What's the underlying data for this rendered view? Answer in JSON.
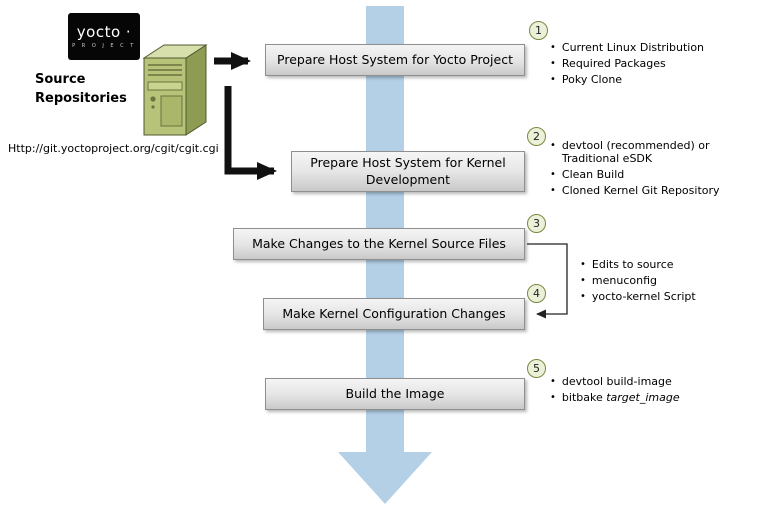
{
  "colors": {
    "flow_arrow": "#b4d0e7",
    "box_fill_top": "#f5f5f5",
    "box_fill_bottom": "#c9c9c9",
    "box_border": "#8f8f8f",
    "badge_fill": "#ebf0d9",
    "badge_border": "#78883f",
    "connector": "#111111",
    "server_front": "#b7c378",
    "server_side": "#8e9c53",
    "server_top": "#d7dfad",
    "logo_bg": "#060606"
  },
  "logo": {
    "wordmark": "yocto ·",
    "subtext": "P R O J E C T"
  },
  "source": {
    "label": "Source\nRepositories",
    "url": "Http://git.yoctoproject.org/cgit/cgit.cgi"
  },
  "steps": [
    {
      "num": "1",
      "label": "Prepare Host System for Yocto Project",
      "bullets": [
        "Current Linux Distribution",
        "Required Packages",
        "Poky Clone"
      ]
    },
    {
      "num": "2",
      "label": "Prepare Host System for Kernel Development",
      "bullets": [
        "devtool (recommended) or Traditional eSDK",
        "Clean Build",
        "Cloned Kernel Git Repository"
      ]
    },
    {
      "num": "3",
      "label": "Make Changes to the Kernel Source Files"
    },
    {
      "num": "4",
      "label": "Make Kernel Configuration Changes"
    },
    {
      "num": "5",
      "label": "Build the Image",
      "bullets": [
        "devtool build-image",
        {
          "prefix": "bitbake ",
          "italic": "target_image"
        }
      ]
    }
  ],
  "shared_bullets_3_4": [
    "Edits to source",
    "menuconfig",
    "yocto-kernel Script"
  ]
}
